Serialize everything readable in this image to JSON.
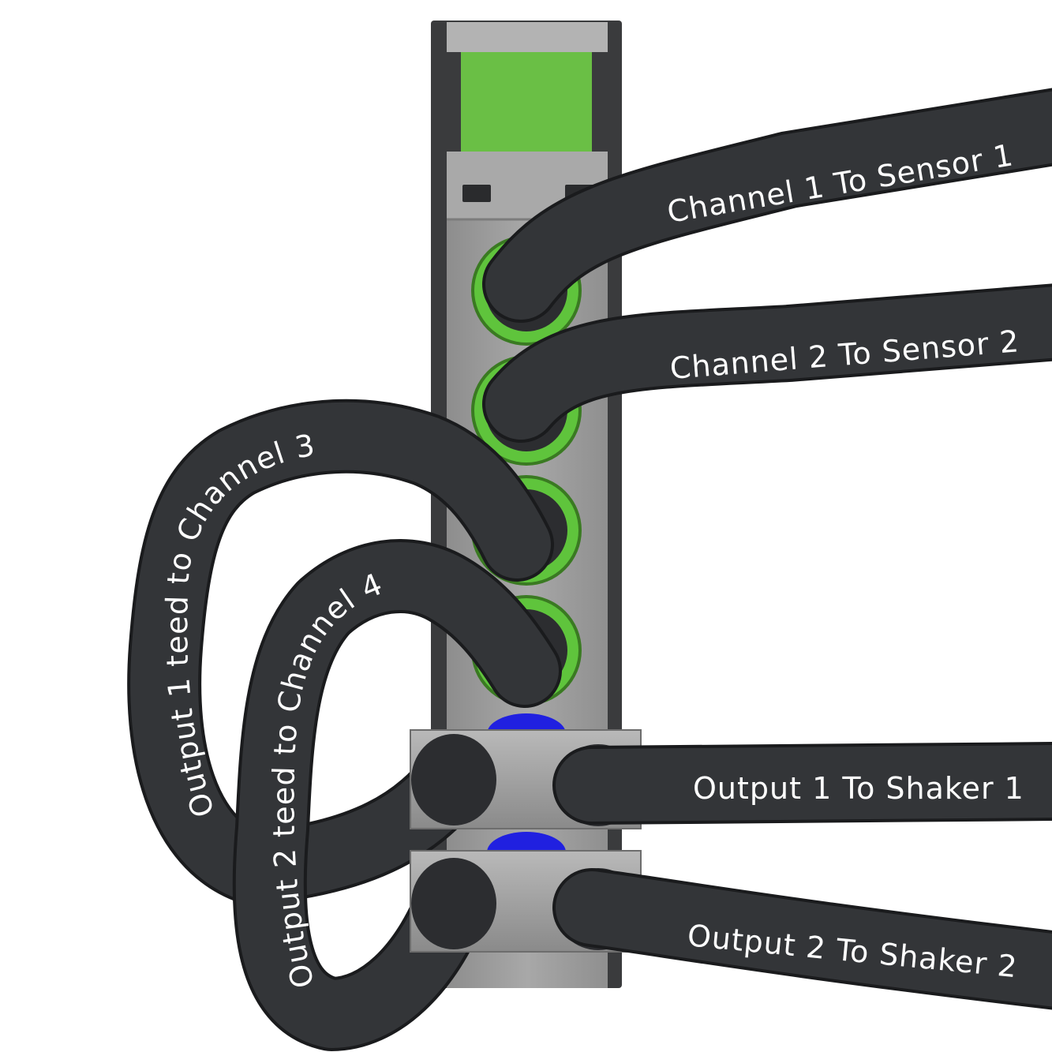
{
  "labels": {
    "ch1": "Channel 1 To Sensor 1",
    "ch2": "Channel 2 To Sensor 2",
    "ch3": "Output 1 teed to Channel 3",
    "ch4": "Output 2 teed to Channel 4",
    "out1": "Output 1 To Shaker 1",
    "out2": "Output 2 To Shaker 2"
  },
  "colors": {
    "cable": "#333538",
    "cable_edge": "#1a1b1d",
    "housing_dark": "#3a3b3d",
    "housing_light": "#a9a9a9",
    "panel": "#9e9e9e",
    "accent_green": "#6abf45",
    "ring_green": "#5fc43c",
    "led_blue": "#2020e0"
  }
}
